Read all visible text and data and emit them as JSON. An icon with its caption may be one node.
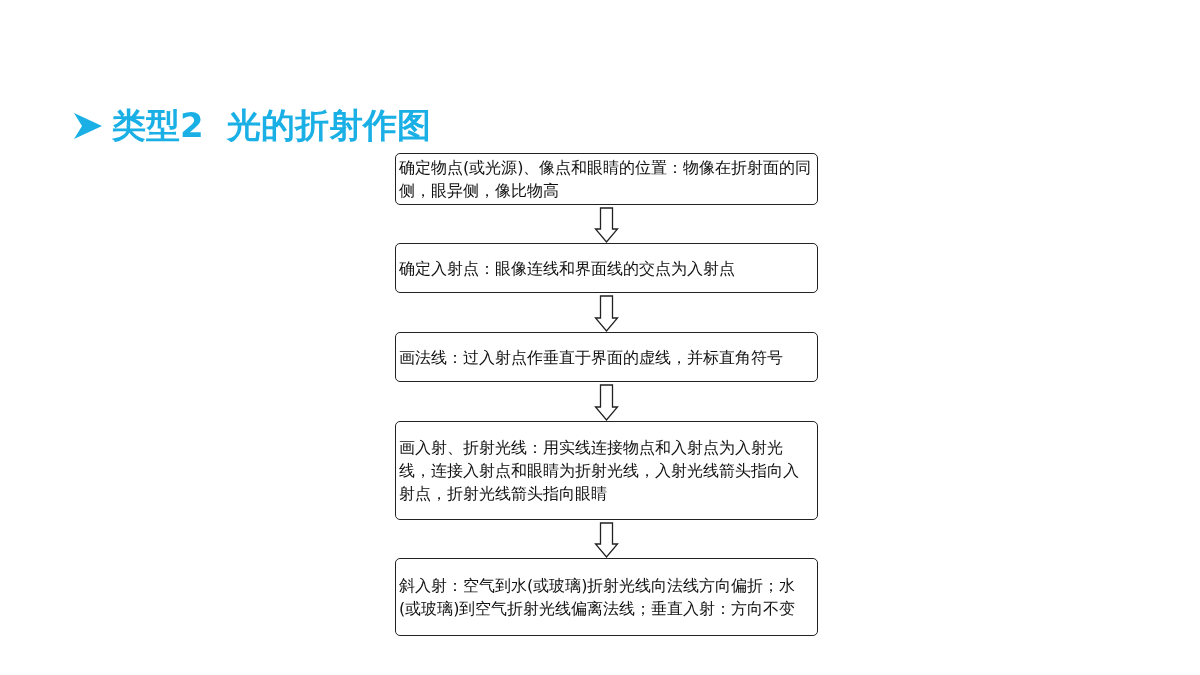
{
  "diagram": {
    "title": "类型2  光的折射作图",
    "nodes": [
      {
        "text": [
          "确定物点(或光源)、像点和眼睛的位置：物像在折射面的同侧，眼异侧，像比物高"
        ]
      },
      {
        "text": [
          "确定入射点：眼像连线和界面线的交点为入射点"
        ]
      },
      {
        "text": [
          "画法线：过入射点作垂直于界面的虚线，并标直角符号"
        ]
      },
      {
        "text": [
          "画入射、折射光线：用实线连接物点和入射点为入射光线，连接入射点和眼睛为折射光线，入射光线箭头指向入射点，折射光线箭头指向眼睛"
        ]
      },
      {
        "text": [
          "斜入射：空气到水(或玻璃)折射光线向法线方向偏折；水(或玻璃)到空气折射光线偏离法线；垂直入射：方向不变"
        ]
      }
    ],
    "edges": [
      {
        "from": 0,
        "to": 1,
        "arrow": "to"
      },
      {
        "from": 1,
        "to": 2,
        "arrow": "to"
      },
      {
        "from": 2,
        "to": 3,
        "arrow": "to"
      },
      {
        "from": 3,
        "to": 4,
        "arrow": "to"
      }
    ]
  }
}
